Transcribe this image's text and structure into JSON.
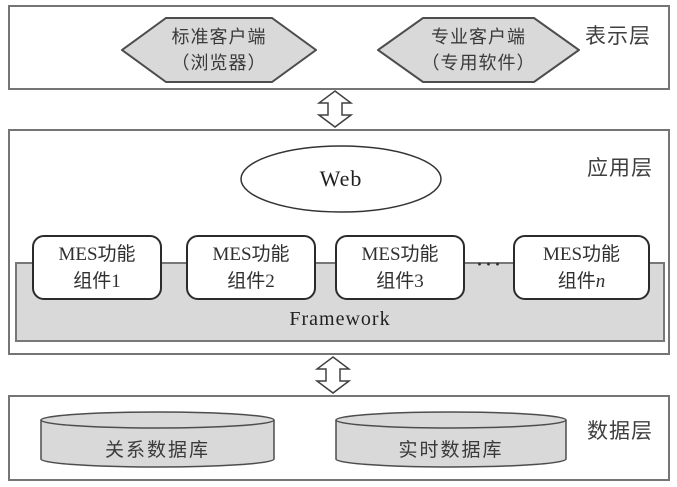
{
  "colors": {
    "shape_fill": "#d9d9d9",
    "shape_border": "#4d4d4d",
    "layer_border": "#757575",
    "component_border": "#2b2b2b",
    "background": "#ffffff"
  },
  "icons": {
    "layer_link": "double-vertical-arrow"
  },
  "presentation_layer": {
    "label": "表示层",
    "clients": [
      {
        "line1": "标准客户端",
        "line2": "（浏览器）"
      },
      {
        "line1": "专业客户端",
        "line2": "（专用软件）"
      }
    ]
  },
  "application_layer": {
    "label": "应用层",
    "web_label": "Web",
    "framework_label": "Framework",
    "ellipsis": "···",
    "mes_boxes": [
      {
        "line1": "MES功能",
        "line2_prefix": "组件",
        "line2_suffix": "1"
      },
      {
        "line1": "MES功能",
        "line2_prefix": "组件",
        "line2_suffix": "2"
      },
      {
        "line1": "MES功能",
        "line2_prefix": "组件",
        "line2_suffix": "3"
      },
      {
        "line1": "MES功能",
        "line2_prefix": "组件",
        "line2_suffix": "n"
      }
    ]
  },
  "data_layer": {
    "label": "数据层",
    "databases": [
      {
        "label": "关系数据库"
      },
      {
        "label": "实时数据库"
      }
    ]
  }
}
